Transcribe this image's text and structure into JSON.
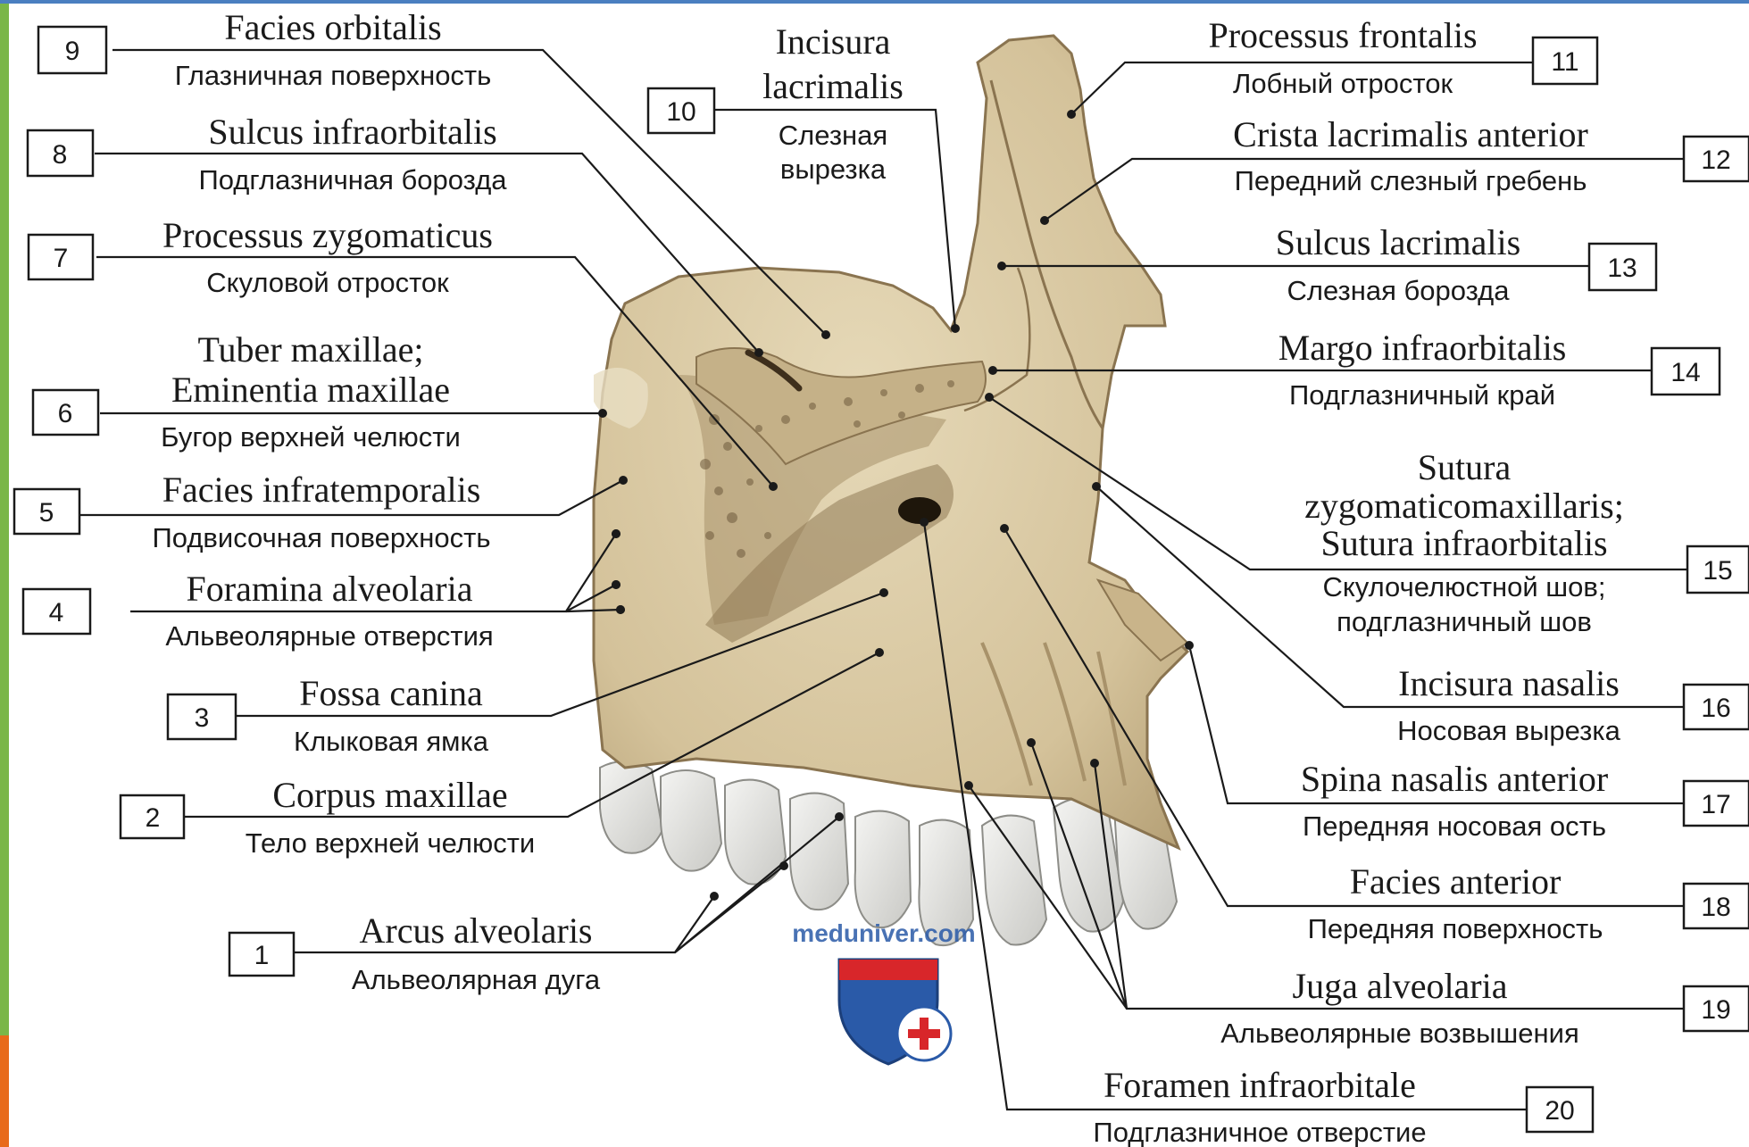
{
  "labels": [
    {
      "num": "1",
      "latin": [
        "Arcus alveolaris"
      ],
      "russian": [
        "Альвеолярная дуга"
      ]
    },
    {
      "num": "2",
      "latin": [
        "Corpus maxillae"
      ],
      "russian": [
        "Тело верхней челюсти"
      ]
    },
    {
      "num": "3",
      "latin": [
        "Fossa canina"
      ],
      "russian": [
        "Клыковая ямка"
      ]
    },
    {
      "num": "4",
      "latin": [
        "Foramina alveolaria"
      ],
      "russian": [
        "Альвеолярные отверстия"
      ]
    },
    {
      "num": "5",
      "latin": [
        "Facies infratemporalis"
      ],
      "russian": [
        "Подвисочная поверхность"
      ]
    },
    {
      "num": "6",
      "latin": [
        "Tuber maxillae;",
        "Eminentia maxillae"
      ],
      "russian": [
        "Бугор верхней челюсти"
      ]
    },
    {
      "num": "7",
      "latin": [
        "Processus zygomaticus"
      ],
      "russian": [
        "Скуловой отросток"
      ]
    },
    {
      "num": "8",
      "latin": [
        "Sulcus infraorbitalis"
      ],
      "russian": [
        "Подглазничная борозда"
      ]
    },
    {
      "num": "9",
      "latin": [
        "Facies orbitalis"
      ],
      "russian": [
        "Глазничная поверхность"
      ]
    },
    {
      "num": "10",
      "latin": [
        "Incisura",
        "lacrimalis"
      ],
      "russian": [
        "Слезная",
        "вырезка"
      ]
    },
    {
      "num": "11",
      "latin": [
        "Processus frontalis"
      ],
      "russian": [
        "Лобный отросток"
      ]
    },
    {
      "num": "12",
      "latin": [
        "Crista lacrimalis anterior"
      ],
      "russian": [
        "Передний слезный гребень"
      ]
    },
    {
      "num": "13",
      "latin": [
        "Sulcus lacrimalis"
      ],
      "russian": [
        "Слезная борозда"
      ]
    },
    {
      "num": "14",
      "latin": [
        "Margo infraorbitalis"
      ],
      "russian": [
        "Подглазничный край"
      ]
    },
    {
      "num": "15",
      "latin": [
        "Sutura",
        "zygomaticomaxillaris;",
        "Sutura infraorbitalis"
      ],
      "russian": [
        "Скулочелюстной шов;",
        "подглазничный шов"
      ]
    },
    {
      "num": "16",
      "latin": [
        "Incisura nasalis"
      ],
      "russian": [
        "Носовая вырезка"
      ]
    },
    {
      "num": "17",
      "latin": [
        "Spina nasalis anterior"
      ],
      "russian": [
        "Передняя носовая ость"
      ]
    },
    {
      "num": "18",
      "latin": [
        "Facies anterior"
      ],
      "russian": [
        "Передняя поверхность"
      ]
    },
    {
      "num": "19",
      "latin": [
        "Juga alveolaria"
      ],
      "russian": [
        "Альвеолярные возвышения"
      ]
    },
    {
      "num": "20",
      "latin": [
        "Foramen infraorbitale"
      ],
      "russian": [
        "Подглазничное отверстие"
      ]
    }
  ],
  "watermark": "meduniver.com",
  "colors": {
    "bone": "#d9c9a3",
    "bone_shadow": "#a8926a",
    "tooth": "#e8e8e4",
    "ink": "#1a1a1a",
    "shield_blue": "#2a5aa8",
    "shield_red": "#d8262a"
  }
}
